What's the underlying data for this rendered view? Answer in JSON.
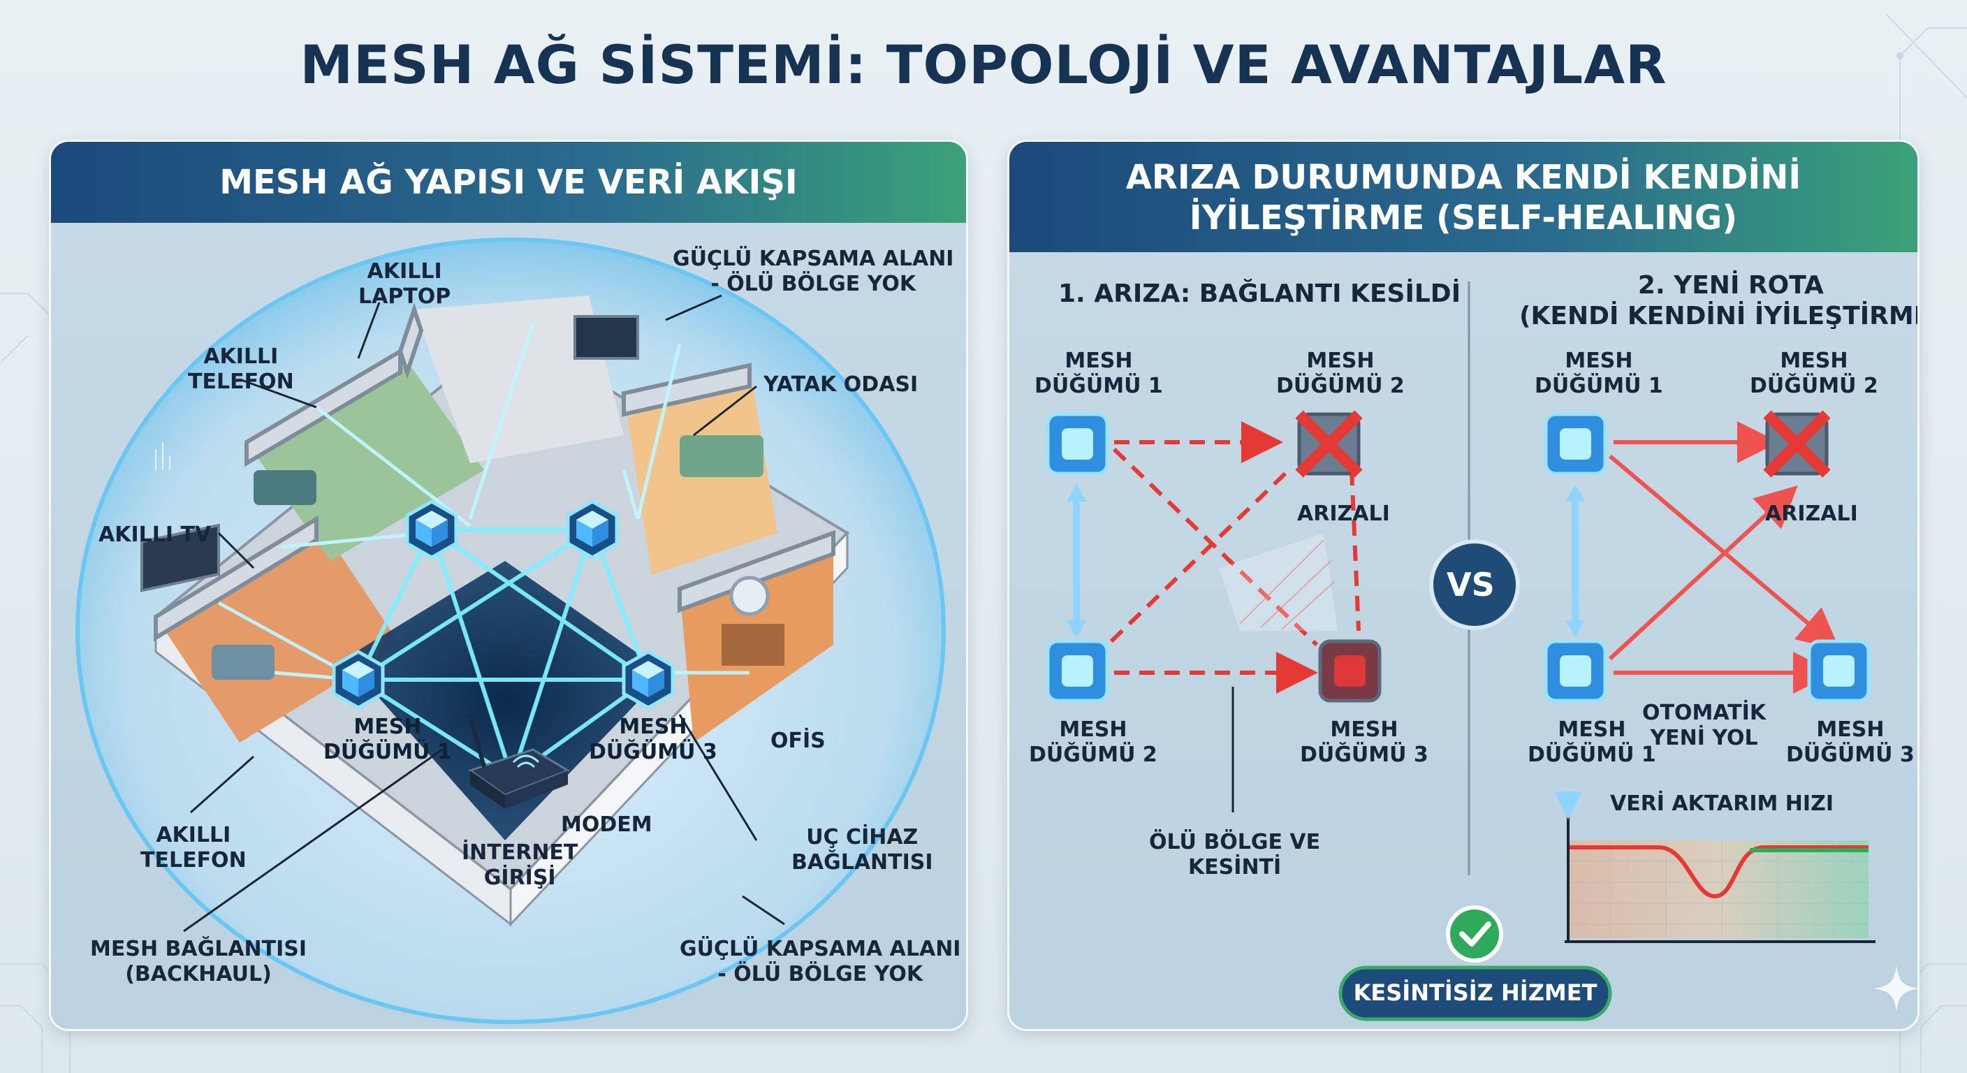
{
  "title": "MESH AĞ SİSTEMİ: TOPOLOJİ VE AVANTAJLAR",
  "left_panel": {
    "header": "MESH AĞ YAPISI VE VERİ AKIŞI",
    "labels": {
      "smart_laptop_1": "AKILLI",
      "smart_laptop_2": "LAPTOP",
      "smart_phone_top_1": "AKILLI",
      "smart_phone_top_2": "TELEFON",
      "smart_tv": "AKILLI TV",
      "smart_phone_bottom_1": "AKILLI",
      "smart_phone_bottom_2": "TELEFON",
      "coverage_top_1": "GÜÇLÜ KAPSAMA ALANI",
      "coverage_top_2": "- ÖLÜ BÖLGE YOK",
      "bedroom": "YATAK ODASI",
      "node1_1": "MESH",
      "node1_2": "DÜĞÜMÜ 1",
      "node3_1": "MESH",
      "node3_2": "DÜĞÜMÜ 3",
      "office": "OFİS",
      "modem": "MODEM",
      "internet_1": "İNTERNET",
      "internet_2": "GİRİŞİ",
      "end_device_1": "UÇ CİHAZ",
      "end_device_2": "BAĞLANTISI",
      "backhaul_1": "MESH BAĞLANTISI",
      "backhaul_2": "(BACKHAUL)",
      "coverage_bottom_1": "GÜÇLÜ KAPSAMA ALANI",
      "coverage_bottom_2": "- ÖLÜ BÖLGE YOK"
    }
  },
  "right_panel": {
    "header_1": "ARIZA DURUMUNDA KENDİ KENDİNİ",
    "header_2": "İYİLEŞTİRME (SELF-HEALING)",
    "failure": {
      "title": "1. ARIZA: BAĞLANTI KESİLDİ",
      "node1_1": "MESH",
      "node1_2": "DÜĞÜMÜ 1",
      "node2_1": "MESH",
      "node2_2": "DÜĞÜMÜ 2",
      "node2b_1": "MESH",
      "node2b_2": "DÜĞÜMÜ 2",
      "node3_1": "MESH",
      "node3_2": "DÜĞÜMÜ 3",
      "faulty": "ARIZALI",
      "dead_zone_1": "ÖLÜ BÖLGE VE",
      "dead_zone_2": "KESİNTİ"
    },
    "vs": "VS",
    "healing": {
      "title_1": "2. YENİ ROTA",
      "title_2": "(KENDİ KENDİNİ İYİLEŞTİRME)",
      "node1_1": "MESH",
      "node1_2": "DÜĞÜMÜ 1",
      "node2_1": "MESH",
      "node2_2": "DÜĞÜMÜ 2",
      "node1b_1": "MESH",
      "node1b_2": "DÜĞÜMÜ 1",
      "node3_1": "MESH",
      "node3_2": "DÜĞÜMÜ 3",
      "faulty": "ARIZALI",
      "auto_1": "OTOMATİK",
      "auto_2": "YENİ YOL",
      "speed_title": "VERİ AKTARIM HIZI"
    },
    "badge": "KESİNTİSİZ HİZMET"
  },
  "colors": {
    "header_start": "#1b4a7a",
    "header_end": "#3aa278",
    "node_blue": "#4fb8ff",
    "fail_red": "#e53935",
    "link_cyan": "#7ff0ff",
    "ok_green": "#2eaa5a"
  }
}
